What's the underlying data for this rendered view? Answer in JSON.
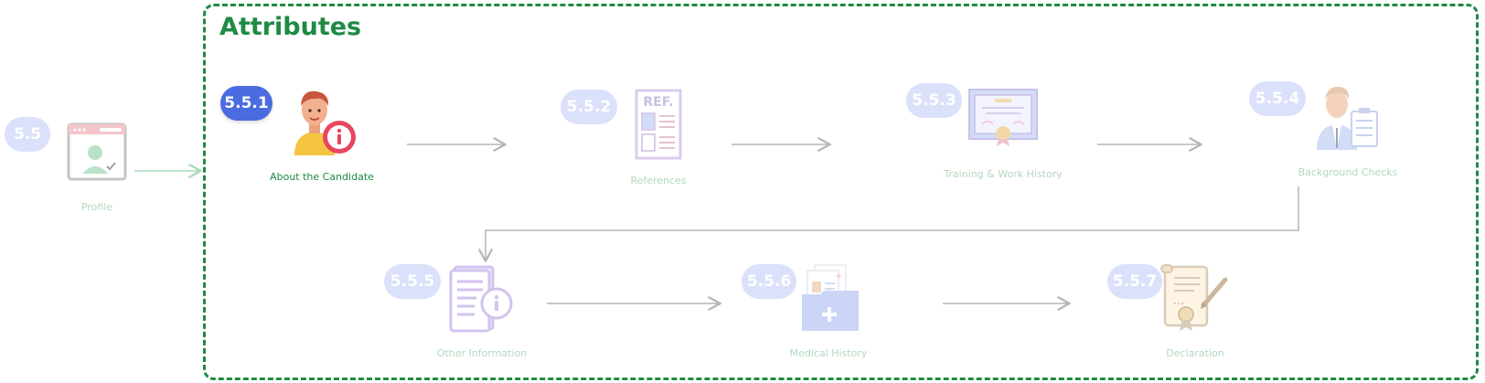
{
  "group": {
    "title": "Attributes"
  },
  "parent": {
    "badge": "5.5",
    "label": "Profile"
  },
  "steps": [
    {
      "badge": "5.5.1",
      "label": "About the Candidate",
      "active": true
    },
    {
      "badge": "5.5.2",
      "label": "References",
      "active": false
    },
    {
      "badge": "5.5.3",
      "label": "Training & Work History",
      "active": false
    },
    {
      "badge": "5.5.4",
      "label": "Background Checks",
      "active": false
    },
    {
      "badge": "5.5.5",
      "label": "Other Information",
      "active": false
    },
    {
      "badge": "5.5.6",
      "label": "Medical History",
      "active": false
    },
    {
      "badge": "5.5.7",
      "label": "Declaration",
      "active": false
    }
  ],
  "icon_text": {
    "references": "REF."
  },
  "colors": {
    "group_border": "#1f8a44",
    "active_badge": "#4b6be0",
    "faded_badge": "#dbe1fb",
    "faded_label": "#b3d8bf",
    "connector": "#b5b5b5",
    "parent_connector": "#a8d9b8"
  }
}
